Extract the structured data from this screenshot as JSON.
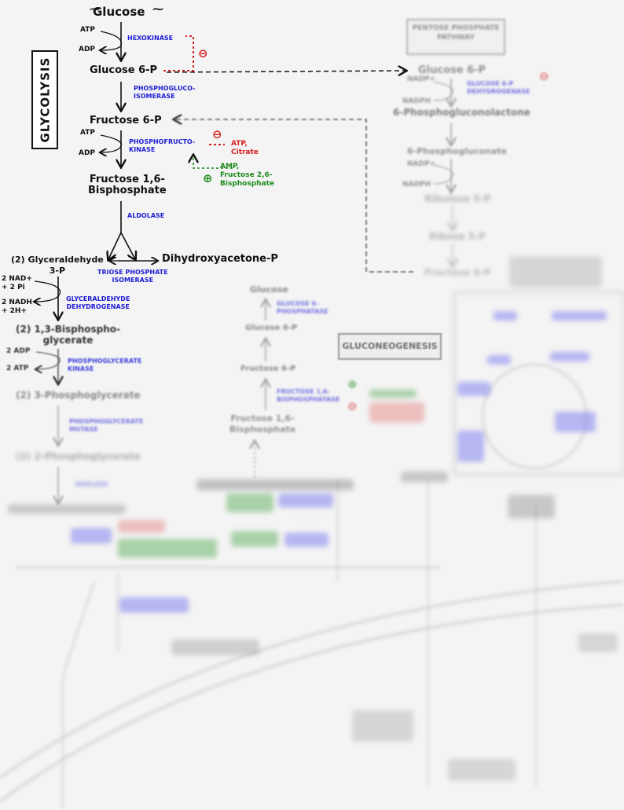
{
  "title": "GLYCOLYSIS",
  "glycolysis": {
    "glucose": "Glucose",
    "atp1": "ATP",
    "adp1": "ADP",
    "hexokinase": "HEXOKINASE",
    "glucose6p": "Glucose 6-P",
    "phosphogluco_isomerase": "PHOSPHOGLUCO-\nISOMERASE",
    "fructose6p": "Fructose 6-P",
    "atp2": "ATP",
    "adp2": "ADP",
    "phosphofructokinase": "PHOSPHOFRUCTO-\nKINASE",
    "inhibitors": "ATP,\nCitrate",
    "activators": "AMP,\nFructose 2,6-\nBisphosphate",
    "fructose16bp": "Fructose 1,6-\nBisphosphate",
    "aldolase": "ALDOLASE",
    "g3p": "(2) Glyceraldehyde\n3-P",
    "dhap": "Dihydroxyacetone-P",
    "tpi": "TRIOSE PHOSPHATE\nISOMERASE",
    "nad": "2 NAD+\n+ 2 Pi",
    "nadh": "2 NADH\n+ 2H+",
    "gapdh": "GLYCERALDEHYDE\nDEHYDROGENASE",
    "bpg13": "(2) 1,3-Bisphospho-\nglycerate",
    "adp3": "2 ADP",
    "atp3": "2 ATP",
    "pgk": "PHOSPHOGLYCERATE\nKINASE",
    "pg3": "(2) 3-Phosphoglycerate",
    "pgm": "PHOSPHOGLYCERATE\nMUTASE",
    "pg2": "(2) 2-Phosphoglycerate",
    "enolase": "ENOLASE"
  },
  "ppp": {
    "title": "PENTOSE PHOSPHATE\nPATHWAY",
    "glucose6p": "Glucose 6-P",
    "nadp1": "NADP+",
    "nadph1": "NADPH",
    "g6pd": "GLUCOSE 6-P\nDEHYDROGENASE",
    "pgl": "6-Phosphogluconolactone",
    "pgn": "6-Phosphogluconate",
    "nadp2": "NADP+",
    "nadph2": "NADPH",
    "ru5p": "Ribulose 5-P",
    "r5p": "Ribose 5-P",
    "f6p": "Fructose 6-P"
  },
  "gluconeogenesis": {
    "title": "GLUCONEOGENESIS",
    "glucose": "Glucose",
    "g6pase": "GLUCOSE 6-\nPHOSPHATASE",
    "glucose6p": "Glucose 6-P",
    "fructose6p": "Fructose 6-P",
    "fbpase": "FRUCTOSE 1,6-\nBISPHOSPHATASE",
    "fructose16bp": "Fructose 1,6-\nBisphosphate"
  },
  "colors": {
    "enzyme": "#1d1dd6",
    "inhibitor": "#d42020",
    "activator": "#1d8a1d",
    "text": "#111111",
    "background": "#f4f4f4"
  },
  "icons": [
    "sparkle-icon",
    "inhibition-minus-icon",
    "activation-plus-icon"
  ]
}
